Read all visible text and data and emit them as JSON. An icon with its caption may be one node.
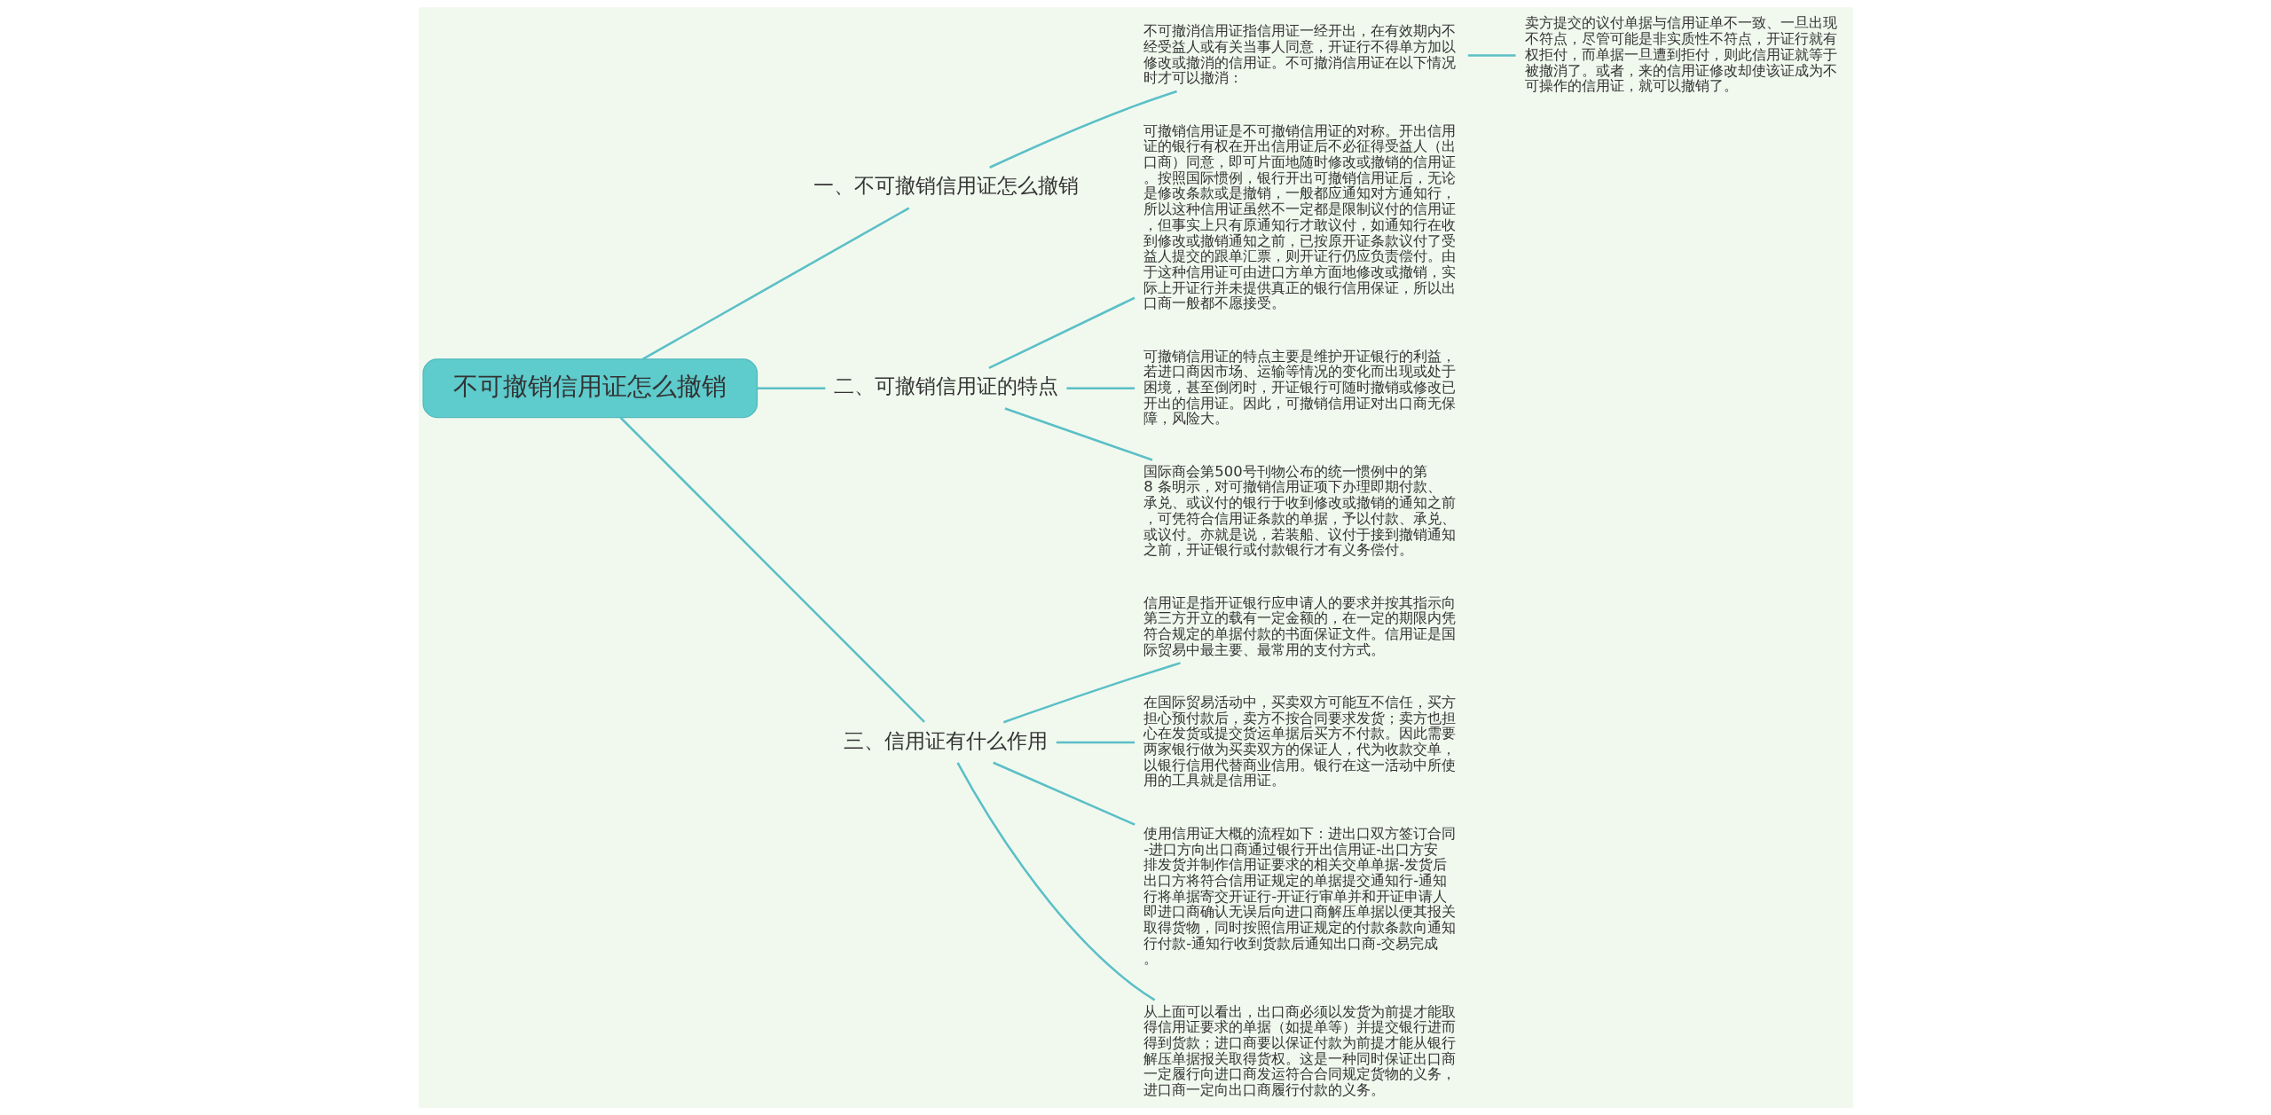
{
  "diagram": {
    "nodes": [
      {
        "text": [
          "不可撤销信用证怎么撤销"
        ]
      },
      {
        "text": [
          "一、不可撤销信用证怎么撤销"
        ]
      },
      {
        "text": [
          "不可撤消信用证指信用证一经开出，在有效期内不经受益人或有关当事人同意，开证行不得单方加以修改或撤消的信用证。不可撤消信用证在以下情况时才可以撤消："
        ]
      },
      {
        "text": [
          "卖方提交的议付单据与信用证单不一致、一旦出现不符点，尽管可能是非实质性不符点，开证行就有权拒付，而单据一旦遭到拒付，则此信用证就等于被撤消了。或者，来的信用证修改却使该证成为不可操作的信用证，就可以撤销了。"
        ]
      },
      {
        "text": [
          "二、可撤销信用证的特点"
        ]
      },
      {
        "text": [
          "可撤销信用证是不可撤销信用证的对称。开出信用证的银行有权在开出信用证后不必征得受益人（出口商）同意，即可片面地随时修改或撤销的信用证。按照国际惯例，银行开出可撤销信用证后，无论是修改条款或是撤销，一般都应通知对方通知行，所以这种信用证虽然不一定都是限制议付的信用证，但事实上只有原通知行才敢议付，如通知行在收到修改或撤销通知之前，已按原开证条款议付了受益人提交的跟单汇票，则开证行仍应负责偿付。由于这种信用证可由进口方单方面地修改或撤销，实际上开证行并未提供真正的银行信用保证，所以出口商一般都不愿接受。"
        ]
      },
      {
        "text": [
          "可撤销信用证的特点主要是维护开证银行的利益，若进口商因市场、运输等情况的变化而出现或处于困境，甚至倒闭时，开证银行可随时撤销或修改已开出的信用证。因此，可撤销信用证对出口商无保障，风险大。"
        ]
      },
      {
        "text": [
          "国际商会第500号刊物公布的统一惯例中的第 8 条明示，对可撤销信用证项下办理即期付款、承兑、或议付的银行于收到修改或撤销的通知之前，可凭符合信用证条款的单据，予以付款、承兑、或议付。亦就是说，若装船、议付于接到撤销通知之前，开证银行或付款银行才有义务偿付。"
        ]
      },
      {
        "text": [
          "三、信用证有什么作用"
        ]
      },
      {
        "text": [
          "信用证是指开证银行应申请人的要求并按其指示向第三方开立的载有一定金额的，在一定的期限内凭符合规定的单据付款的书面保证文件。信用证是国际贸易中最主要、最常用的支付方式。"
        ]
      },
      {
        "text": [
          "在国际贸易活动中，买卖双方可能互不信任，买方担心预付款后，卖方不按合同要求发货；卖方也担心在发货或提交货运单据后买方不付款。因此需要两家银行做为买卖双方的保证人，代为收款交单，以银行信用代替商业信用。银行在这一活动中所使用的工具就是信用证。"
        ]
      },
      {
        "text": [
          "使用信用证大概的流程如下：进出口双方签订合同-进口方向出口商通过银行开出信用证-出口方安排发货并制作信用证要求的相关交单单据-发货后出口方将符合信用证规定的单据提交通知行-通知行将单据寄交开证行-开证行审单并和开证申请人即进口商确认无误后向进口商解压单据以便其报关取得货物，同时按照信用证规定的付款条款向通知行付款-通知行收到货款后通知出口商-交易完成。"
        ]
      },
      {
        "text": [
          "从上面可以看出，出口商必须以发货为前提才能取得信用证要求的单据（如提单等）并提交银行进而得到货款；进口商要以保证付款为前提才能从银行解压单据报关取得货权。这是一种同时保证出口商一定履行向进口商发运符合合同规定货物的义务，进口商一定向出口商履行付款的义务。"
        ]
      }
    ],
    "edges": [
      {
        "from": 0,
        "to": 1,
        "arrow": "none"
      },
      {
        "from": 1,
        "to": 2,
        "arrow": "none"
      },
      {
        "from": 2,
        "to": 3,
        "arrow": "none"
      },
      {
        "from": 0,
        "to": 4,
        "arrow": "none"
      },
      {
        "from": 4,
        "to": 5,
        "arrow": "none"
      },
      {
        "from": 4,
        "to": 6,
        "arrow": "none"
      },
      {
        "from": 4,
        "to": 7,
        "arrow": "none"
      },
      {
        "from": 0,
        "to": 8,
        "arrow": "none"
      },
      {
        "from": 8,
        "to": 9,
        "arrow": "none"
      },
      {
        "from": 8,
        "to": 10,
        "arrow": "none"
      },
      {
        "from": 8,
        "to": 11,
        "arrow": "none"
      },
      {
        "from": 8,
        "to": 12,
        "arrow": "none"
      }
    ]
  }
}
